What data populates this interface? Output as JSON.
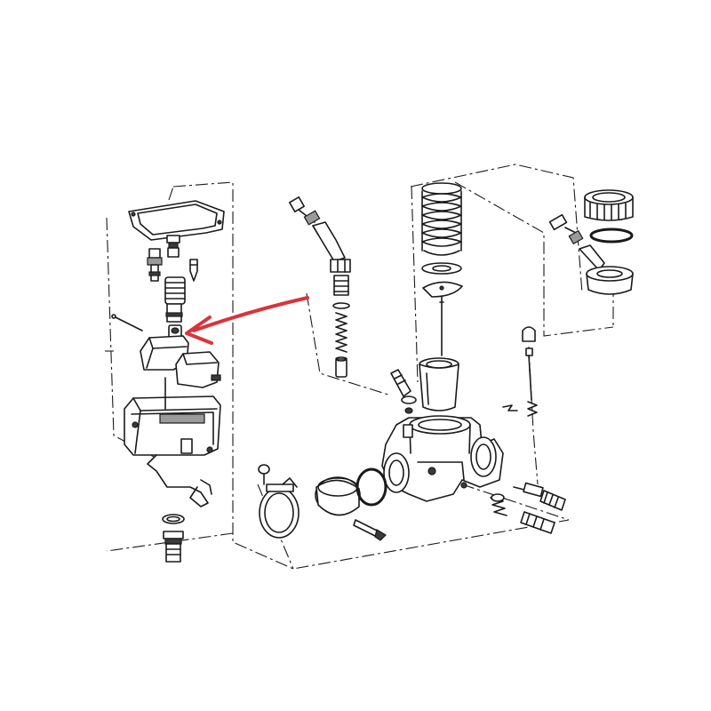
{
  "diagram": {
    "kind": "exploded-parts-view",
    "background": "#ffffff",
    "line_color": "#1a1a1a",
    "highlight_color": "#d9343b",
    "text_labels": []
  },
  "annotation": {
    "type": "arrow",
    "points_to": "float-needle-seat",
    "color": "#d9343b"
  }
}
